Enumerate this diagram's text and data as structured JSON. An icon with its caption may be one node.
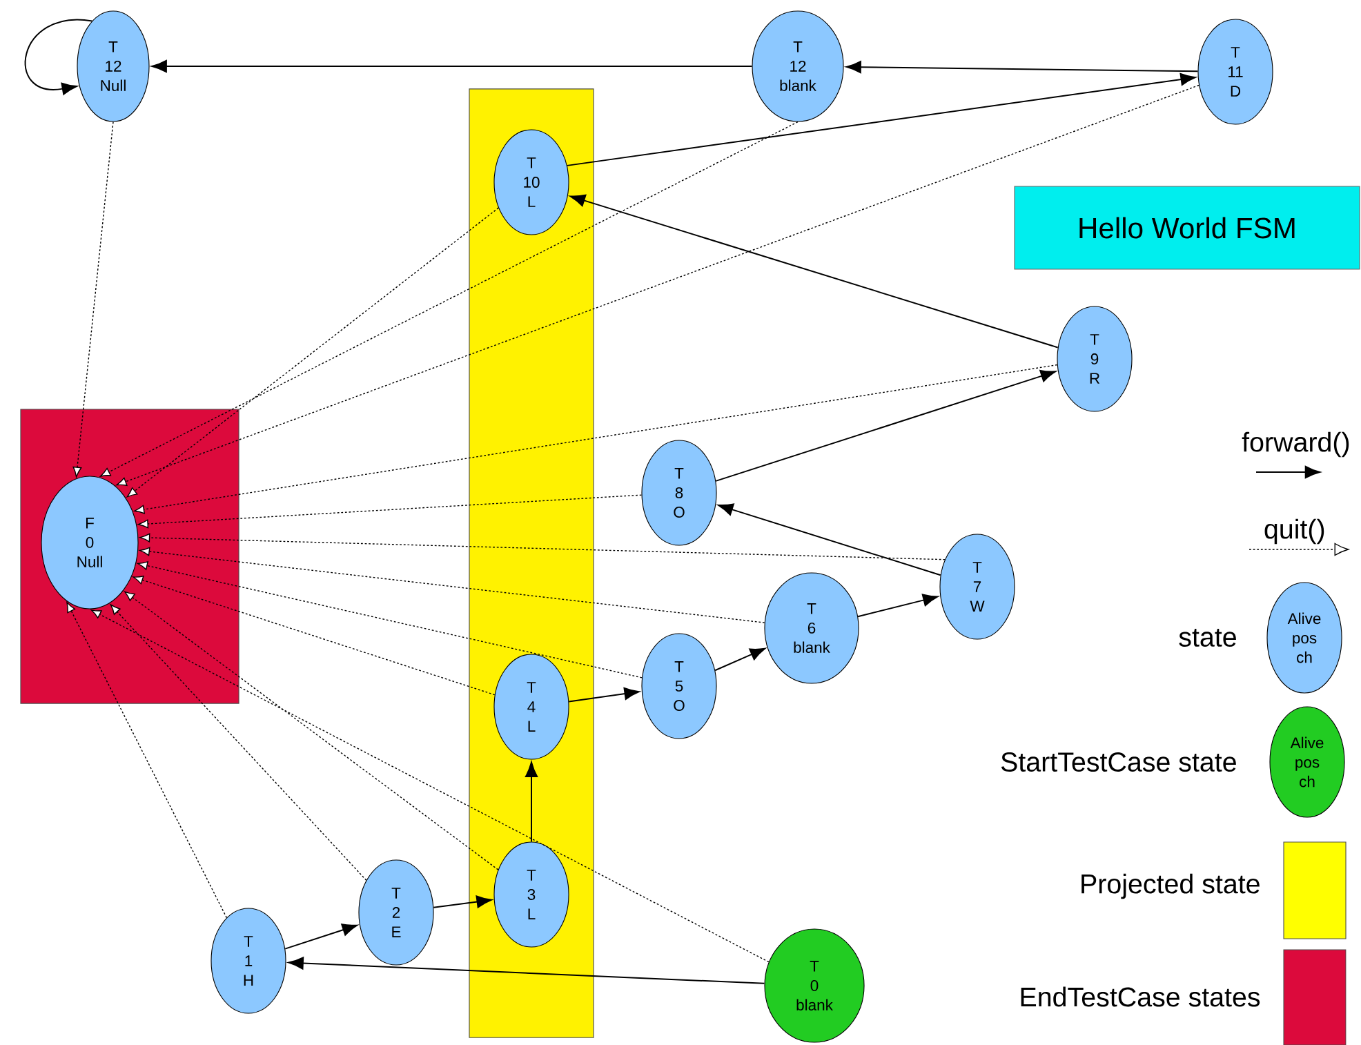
{
  "diagram": {
    "title": "Hello World FSM",
    "nodes": [
      {
        "text": [
          "T",
          "12",
          "Null"
        ]
      },
      {
        "text": [
          "T",
          "12",
          "blank"
        ]
      },
      {
        "text": [
          "T",
          "11",
          "D"
        ]
      },
      {
        "text": [],
        "shape": "box"
      },
      {
        "text": [
          "T",
          "10",
          "L"
        ],
        "in": 3
      },
      {
        "text": [
          "T",
          "9",
          "R"
        ]
      },
      {
        "text": [],
        "shape": "box"
      },
      {
        "text": [
          "F",
          "0",
          "Null"
        ],
        "in": 6
      },
      {
        "text": [
          "T",
          "8",
          "O"
        ]
      },
      {
        "text": [
          "T",
          "7",
          "W"
        ]
      },
      {
        "text": [
          "T",
          "6",
          "blank"
        ]
      },
      {
        "text": [
          "T",
          "4",
          "L"
        ],
        "in": 3
      },
      {
        "text": [
          "T",
          "5",
          "O"
        ]
      },
      {
        "text": [
          "T",
          "3",
          "L"
        ],
        "in": 3
      },
      {
        "text": [
          "T",
          "2",
          "E"
        ]
      },
      {
        "text": [
          "T",
          "1",
          "H"
        ]
      },
      {
        "text": [
          "T",
          "0",
          "blank"
        ]
      }
    ],
    "edges": [
      {
        "from": 0,
        "to": 0,
        "arrow": "to"
      },
      {
        "from": 1,
        "to": 0,
        "arrow": "to"
      },
      {
        "from": 2,
        "to": 1,
        "arrow": "to"
      },
      {
        "from": 4,
        "to": 2,
        "arrow": "to"
      },
      {
        "from": 5,
        "to": 4,
        "arrow": "to"
      },
      {
        "from": 8,
        "to": 5,
        "arrow": "to"
      },
      {
        "from": 9,
        "to": 8,
        "arrow": "to"
      },
      {
        "from": 10,
        "to": 9,
        "arrow": "to"
      },
      {
        "from": 12,
        "to": 10,
        "arrow": "to"
      },
      {
        "from": 11,
        "to": 12,
        "arrow": "to"
      },
      {
        "from": 13,
        "to": 11,
        "arrow": "to"
      },
      {
        "from": 14,
        "to": 13,
        "arrow": "to"
      },
      {
        "from": 15,
        "to": 14,
        "arrow": "to"
      },
      {
        "from": 16,
        "to": 15,
        "arrow": "to"
      },
      {
        "from": 0,
        "to": 7,
        "arrow": "to",
        "style": "dashed"
      },
      {
        "from": 1,
        "to": 7,
        "arrow": "to",
        "style": "dashed"
      },
      {
        "from": 2,
        "to": 7,
        "arrow": "to",
        "style": "dashed"
      },
      {
        "from": 4,
        "to": 7,
        "arrow": "to",
        "style": "dashed"
      },
      {
        "from": 5,
        "to": 7,
        "arrow": "to",
        "style": "dashed"
      },
      {
        "from": 8,
        "to": 7,
        "arrow": "to",
        "style": "dashed"
      },
      {
        "from": 9,
        "to": 7,
        "arrow": "to",
        "style": "dashed"
      },
      {
        "from": 10,
        "to": 7,
        "arrow": "to",
        "style": "dashed"
      },
      {
        "from": 12,
        "to": 7,
        "arrow": "to",
        "style": "dashed"
      },
      {
        "from": 11,
        "to": 7,
        "arrow": "to",
        "style": "dashed"
      },
      {
        "from": 13,
        "to": 7,
        "arrow": "to",
        "style": "dashed"
      },
      {
        "from": 14,
        "to": 7,
        "arrow": "to",
        "style": "dashed"
      },
      {
        "from": 15,
        "to": 7,
        "arrow": "to",
        "style": "dashed"
      },
      {
        "from": 16,
        "to": 7,
        "arrow": "to",
        "style": "dashed"
      }
    ],
    "labels": [
      "Alive",
      "pos",
      "ch",
      "Alive",
      "pos",
      "ch"
    ],
    "legend": [
      {
        "text": "forward()"
      },
      {
        "text": "quit()"
      },
      {
        "text": "state"
      },
      {
        "text": "StartTestCase state"
      },
      {
        "text": "Projected state",
        "color": "#ffff00"
      },
      {
        "text": "EndTestCase states",
        "color": "#dc0a3c"
      }
    ]
  }
}
